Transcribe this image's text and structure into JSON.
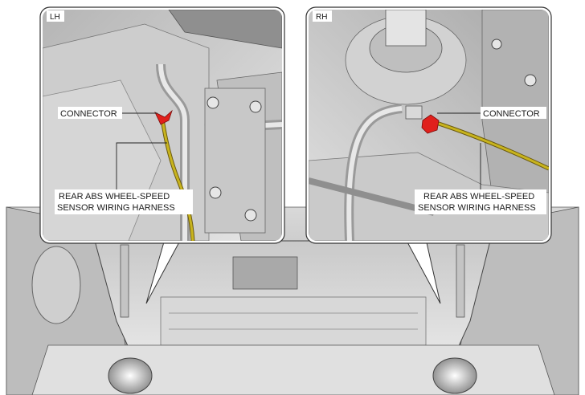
{
  "panels": {
    "lh": {
      "title": "LH",
      "connector_label": "CONNECTOR",
      "harness_label_line1": "REAR ABS WHEEL-SPEED",
      "harness_label_line2": "SENSOR WIRING HARNESS"
    },
    "rh": {
      "title": "RH",
      "connector_label": "CONNECTOR",
      "harness_label_line1": "REAR ABS WHEEL-SPEED",
      "harness_label_line2": "SENSOR WIRING HARNESS"
    }
  },
  "colors": {
    "connector": "#e0201c",
    "harness": "#c8b41e",
    "harness_outline": "#6b5a10",
    "body_light": "#e4e4e4",
    "body_mid": "#bdbdbd",
    "body_dark": "#7a7a7a",
    "line": "#3a3a3a",
    "panel_border": "#444444"
  }
}
